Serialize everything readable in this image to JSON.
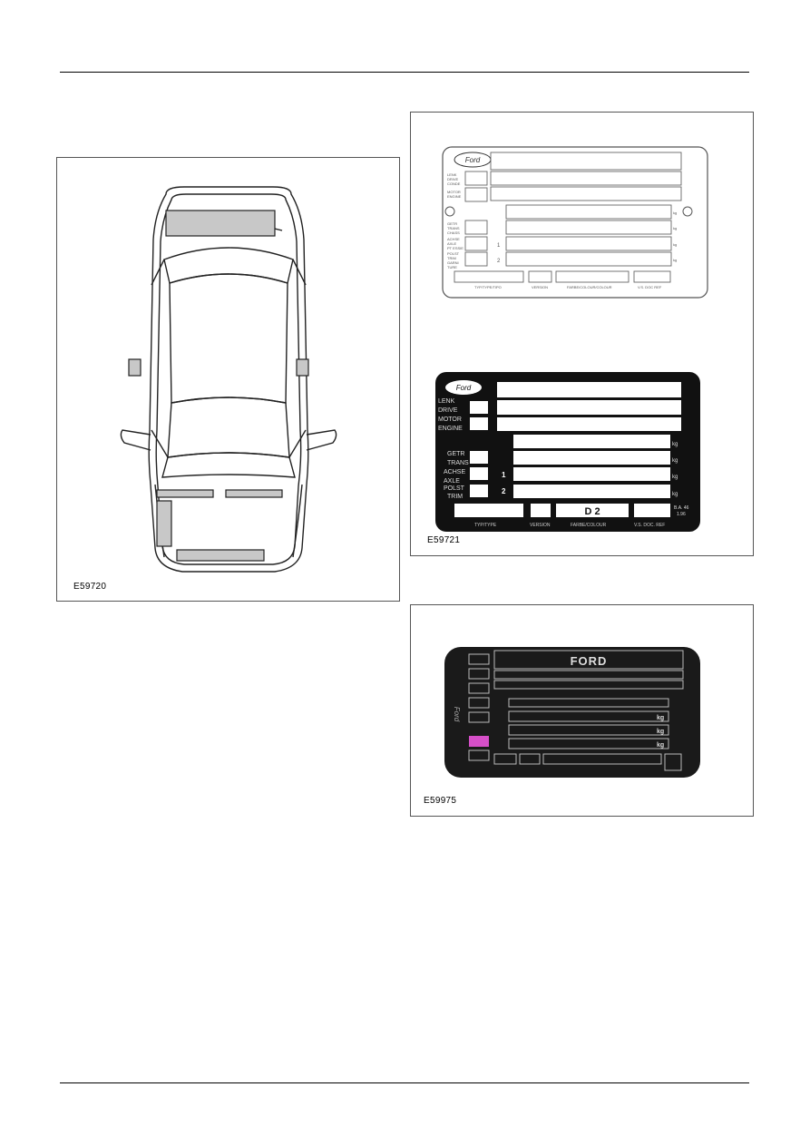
{
  "figures": {
    "car": {
      "code": "E59720"
    },
    "plates": {
      "code": "E59721",
      "plate1": {
        "logo": "Ford",
        "labels_left": [
          "LENK",
          "DRIVE",
          "CONDE"
        ],
        "labels_engine": [
          "MOTOR",
          "ENGINE"
        ],
        "labels_trans": [
          "GETR",
          "TRANS",
          "CHASS"
        ],
        "labels_axle": [
          "ACHSE",
          "AXLE",
          "PT ESSIE"
        ],
        "labels_trim": [
          "POLST",
          "TRIM",
          "GARNI",
          "TURE"
        ],
        "row_numbers": [
          "1",
          "2"
        ],
        "unit": "kg",
        "bottom_labels": [
          "TYP/TYPE/TIPO",
          "VERSION",
          "FARBE/COLOUR/COLOUR",
          "V.S. DOC REF"
        ]
      },
      "plate2": {
        "logo": "Ford",
        "labels_left": [
          "LENK",
          "DRIVE"
        ],
        "labels_engine": [
          "MOTOR",
          "ENGINE"
        ],
        "labels_trans": [
          "GETR",
          "TRANS"
        ],
        "labels_axle": [
          "ACHSE",
          "AXLE"
        ],
        "labels_trim": [
          "POLST",
          "TRIM"
        ],
        "row_numbers": [
          "1",
          "2"
        ],
        "unit": "kg",
        "colour_code": "D 2",
        "stamp": [
          "B.A. 46",
          "1.96"
        ],
        "bottom_labels": [
          "TYP/TYPE",
          "VERSION",
          "FARBE/COLOUR",
          "V.S. DOC. REF"
        ]
      }
    },
    "plate3": {
      "code": "E59975",
      "title": "FORD",
      "logo": "Ford",
      "unit": "kg"
    }
  }
}
